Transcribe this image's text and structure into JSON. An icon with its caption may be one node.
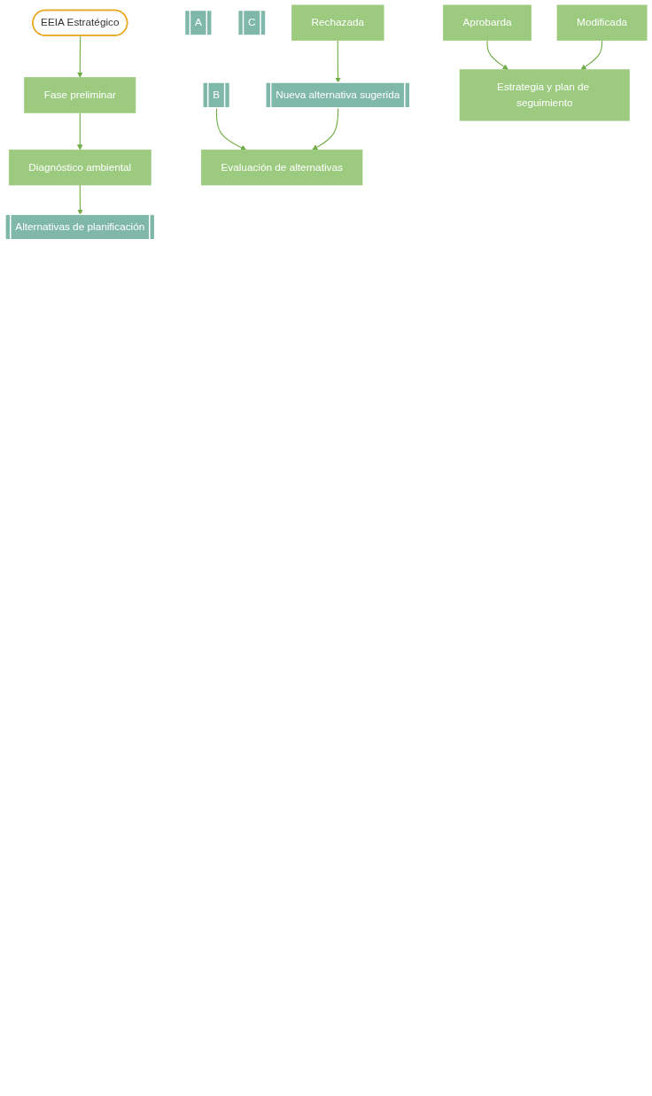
{
  "diagram": {
    "nodes": [
      {
        "text": [
          "EEIA Estratégico"
        ]
      },
      {
        "text": [
          "Fase preliminar"
        ]
      },
      {
        "text": [
          "Diagnóstico ambiental"
        ]
      },
      {
        "text": [
          "Alternativas de planificación"
        ]
      },
      {
        "text": [
          "A"
        ]
      },
      {
        "text": [
          "B"
        ]
      },
      {
        "text": [
          "C"
        ]
      },
      {
        "text": [
          "Evaluación de alternativas"
        ]
      },
      {
        "text": [
          "Aprobarda"
        ]
      },
      {
        "text": [
          "Modificada"
        ]
      },
      {
        "text": [
          "Rechazada"
        ]
      },
      {
        "text": [
          "Nueva alternativa sugerida"
        ]
      },
      {
        "text": [
          "Estrategia y plan de seguimiento"
        ]
      }
    ],
    "edges": [
      {
        "from": 0,
        "to": 1,
        "arrow": "to"
      },
      {
        "from": 1,
        "to": 2,
        "arrow": "to"
      },
      {
        "from": 2,
        "to": 3,
        "arrow": "to"
      },
      {
        "from": 5,
        "to": 7,
        "arrow": "to"
      },
      {
        "from": 11,
        "to": 7,
        "arrow": "to"
      },
      {
        "from": 10,
        "to": 11,
        "arrow": "to"
      },
      {
        "from": 8,
        "to": 12,
        "arrow": "to"
      },
      {
        "from": 9,
        "to": 12,
        "arrow": "to"
      }
    ]
  }
}
